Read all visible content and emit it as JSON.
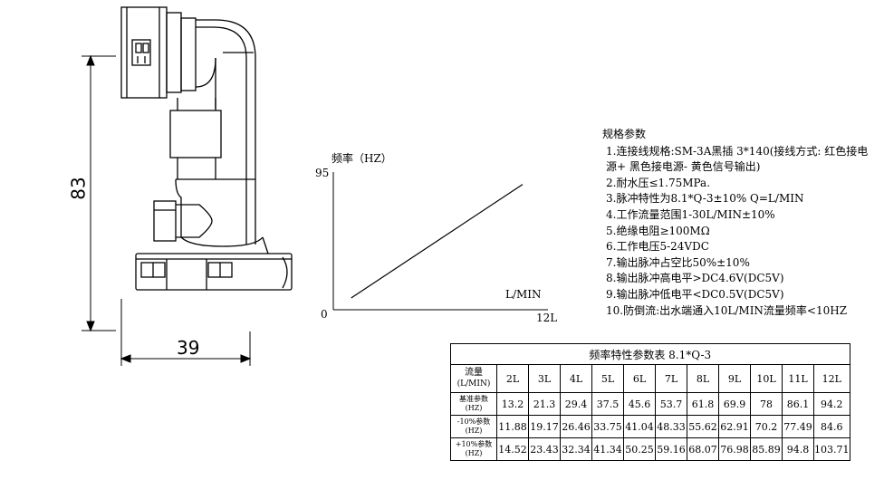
{
  "dimensions": {
    "height_label": "83",
    "width_label": "39"
  },
  "chart_data": {
    "type": "line",
    "ylabel": "频率（HZ）",
    "xlabel": "L/MIN",
    "y_top_label": "95",
    "x_end_label": "12L",
    "origin_label": "0",
    "xlim": [
      0,
      12
    ],
    "ylim": [
      0,
      95
    ],
    "series": [
      {
        "x": [
          1,
          12
        ],
        "y": [
          8.1,
          94
        ]
      }
    ]
  },
  "specs": {
    "title": "规格参数",
    "items": [
      "1.连接线规格:SM-3A黑插 3*140(接线方式: 红色接电源+ 黑色接电源- 黄色信号输出)",
      "2.耐水压≤1.75MPa.",
      "3.脉冲特性为8.1*Q-3±10% Q=L/MIN",
      "4.工作流量范围1-30L/MIN±10%",
      "5.绝缘电阻≥100MΩ",
      "6.工作电压5-24VDC",
      "7.输出脉冲占空比50%±10%",
      "8.输出脉冲高电平>DC4.6V(DC5V)",
      "9.输出脉冲低电平<DC0.5V(DC5V)",
      "10.防倒流:出水端通入10L/MIN流量频率<10HZ"
    ]
  },
  "table": {
    "caption": "频率特性参数表 8.1*Q-3",
    "header_label_line1": "流量",
    "header_label_line2": "(L/MIN)",
    "columns": [
      "2L",
      "3L",
      "4L",
      "5L",
      "6L",
      "7L",
      "8L",
      "9L",
      "10L",
      "11L",
      "12L"
    ],
    "rows": [
      {
        "label1": "基准参数",
        "label2": "(HZ)",
        "values": [
          "13.2",
          "21.3",
          "29.4",
          "37.5",
          "45.6",
          "53.7",
          "61.8",
          "69.9",
          "78",
          "86.1",
          "94.2"
        ]
      },
      {
        "label1": "-10%参数",
        "label2": "(HZ)",
        "values": [
          "11.88",
          "19.17",
          "26.46",
          "33.75",
          "41.04",
          "48.33",
          "55.62",
          "62.91",
          "70.2",
          "77.49",
          "84.6"
        ]
      },
      {
        "label1": "+10%参数",
        "label2": "(HZ)",
        "values": [
          "14.52",
          "23.43",
          "32.34",
          "41.34",
          "50.25",
          "59.16",
          "68.07",
          "76.98",
          "85.89",
          "94.8",
          "103.71"
        ]
      }
    ]
  }
}
